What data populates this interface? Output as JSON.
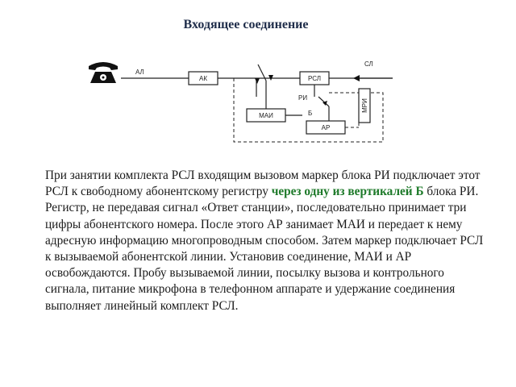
{
  "title": "Входящее соединение",
  "diagram": {
    "labels": {
      "al": "АЛ",
      "sl": "СЛ",
      "ak": "АК",
      "rsl": "РСЛ",
      "ri": "РИ",
      "b": "Б",
      "mai": "МАИ",
      "ar": "АР",
      "mri": "МРИ"
    },
    "icons": {
      "phone": "telephone-icon"
    }
  },
  "text": {
    "part1": "При занятии комплекта РСЛ входящим вызовом маркер блока РИ подключает этот РСЛ к свободному абонентскому регистру ",
    "highlight": "через одну из вертикалей Б",
    "part2": " блока РИ. Регистр, не передавая сигнал «Ответ станции», последовательно принимает три цифры абонентского номера. После этого АР занимает МАИ и передает к нему адресную информацию многопроводным способом. Затем маркер подключает РСЛ к вызываемой абонентской линии. Установив соединение, МАИ и АР освобождаются. Пробу вызываемой линии, посылку вызова и контрольного сигнала, питание микрофона в телефонном аппарате и удержание соединения выполняет линейный комплект РСЛ."
  },
  "colors": {
    "title": "#1f2d4a",
    "highlight": "#1e7a2a"
  }
}
